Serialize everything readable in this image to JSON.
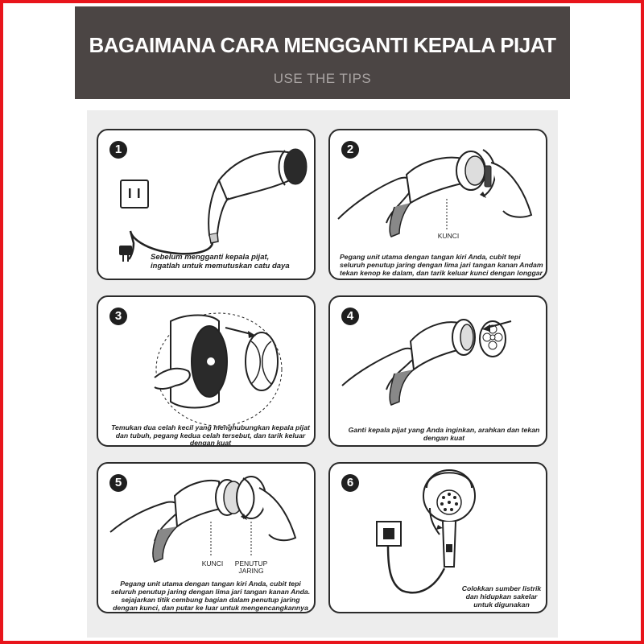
{
  "header": {
    "title": "BAGAIMANA CARA MENGGANTI KEPALA PIJAT",
    "subtitle": "USE THE TIPS"
  },
  "steps": [
    {
      "number": "1",
      "icon": "plug-and-outlet-icon",
      "caption_lines": [
        "Sebelum mengganti kepala pijat,",
        "ingatlah untuk memutuskan catu daya"
      ]
    },
    {
      "number": "2",
      "icon": "hand-holding-massager-icon",
      "caption_lines": [
        "Pegang unit utama dengan tangan kiri Anda, cubit tepi",
        "seluruh penutup jaring dengan lima jari tangan kanan Andam",
        "tekan kenop ke dalam, dan tarik keluar kunci dengan longgar"
      ],
      "labels": [
        "KUNCI"
      ]
    },
    {
      "number": "3",
      "icon": "separate-head-icon",
      "caption_lines": [
        "Temukan dua celah kecil yang menghubungkan kepala pijat",
        "dan tubuh, pegang kedua celah tersebut, dan tarik keluar",
        "dengan kuat"
      ]
    },
    {
      "number": "4",
      "icon": "attach-head-icon",
      "caption_lines": [
        "Ganti kepala pijat yang Anda inginkan, arahkan dan tekan",
        "dengan kuat"
      ]
    },
    {
      "number": "5",
      "icon": "twist-lock-icon",
      "caption_lines": [
        "Pegang unit utama dengan tangan kiri Anda, cubit tepi",
        "seluruh penutup jaring dengan lima jari tangan kanan Anda.",
        "sejajarkan titik cembung bagian dalam penutup jaring",
        "dengan kunci, dan putar ke luar untuk mengencangkannya"
      ],
      "labels": [
        "KUNCI",
        "PENUTUP",
        "JARING"
      ]
    },
    {
      "number": "6",
      "icon": "plug-in-icon",
      "caption_lines": [
        "Colokkan sumber listrik",
        "dan hidupkan sakelar",
        "untuk digunakan"
      ]
    }
  ],
  "colors": {
    "header_bg": "#4b4544",
    "frame": "#e8141b",
    "content_bg": "#ededed"
  }
}
